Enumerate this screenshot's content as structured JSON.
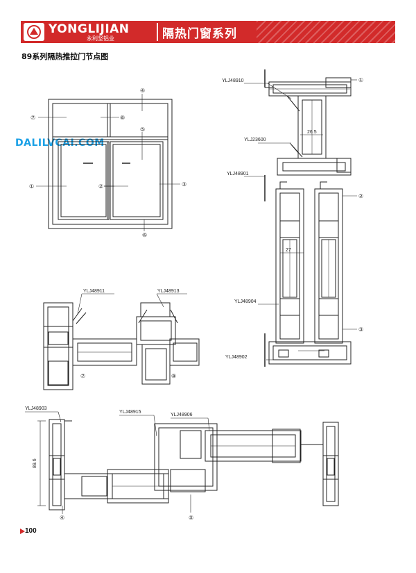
{
  "header": {
    "brand": "YONGLIJIAN",
    "brand_sub": "永利坚铝业",
    "series": "隔热门窗系列",
    "brand_color": "#d22a2a"
  },
  "page": {
    "title": "89系列隔热推拉门节点图",
    "watermark": "DALILVCAI.COM",
    "watermark_color": "#1aa0e6",
    "number": "100"
  },
  "elevation": {
    "callouts": [
      "①",
      "②",
      "③",
      "④",
      "⑤",
      "⑥",
      "⑦",
      "⑧"
    ]
  },
  "vertical_section": {
    "labels": [
      "YLJ48910",
      "YLJ23600",
      "YLJ48901",
      "YLJ48904",
      "YLJ48902"
    ],
    "dims": [
      "26.5",
      "27"
    ],
    "callouts": [
      "①",
      "②",
      "③"
    ]
  },
  "detail_7_8": {
    "labels": [
      "YLJ48911",
      "YLJ48913"
    ],
    "callouts": [
      "⑦",
      "⑧"
    ]
  },
  "horizontal_section": {
    "labels": [
      "YLJ48903",
      "YLJ48915",
      "YLJ48906"
    ],
    "dim": "89.6",
    "callouts": [
      "④",
      "⑤"
    ]
  }
}
